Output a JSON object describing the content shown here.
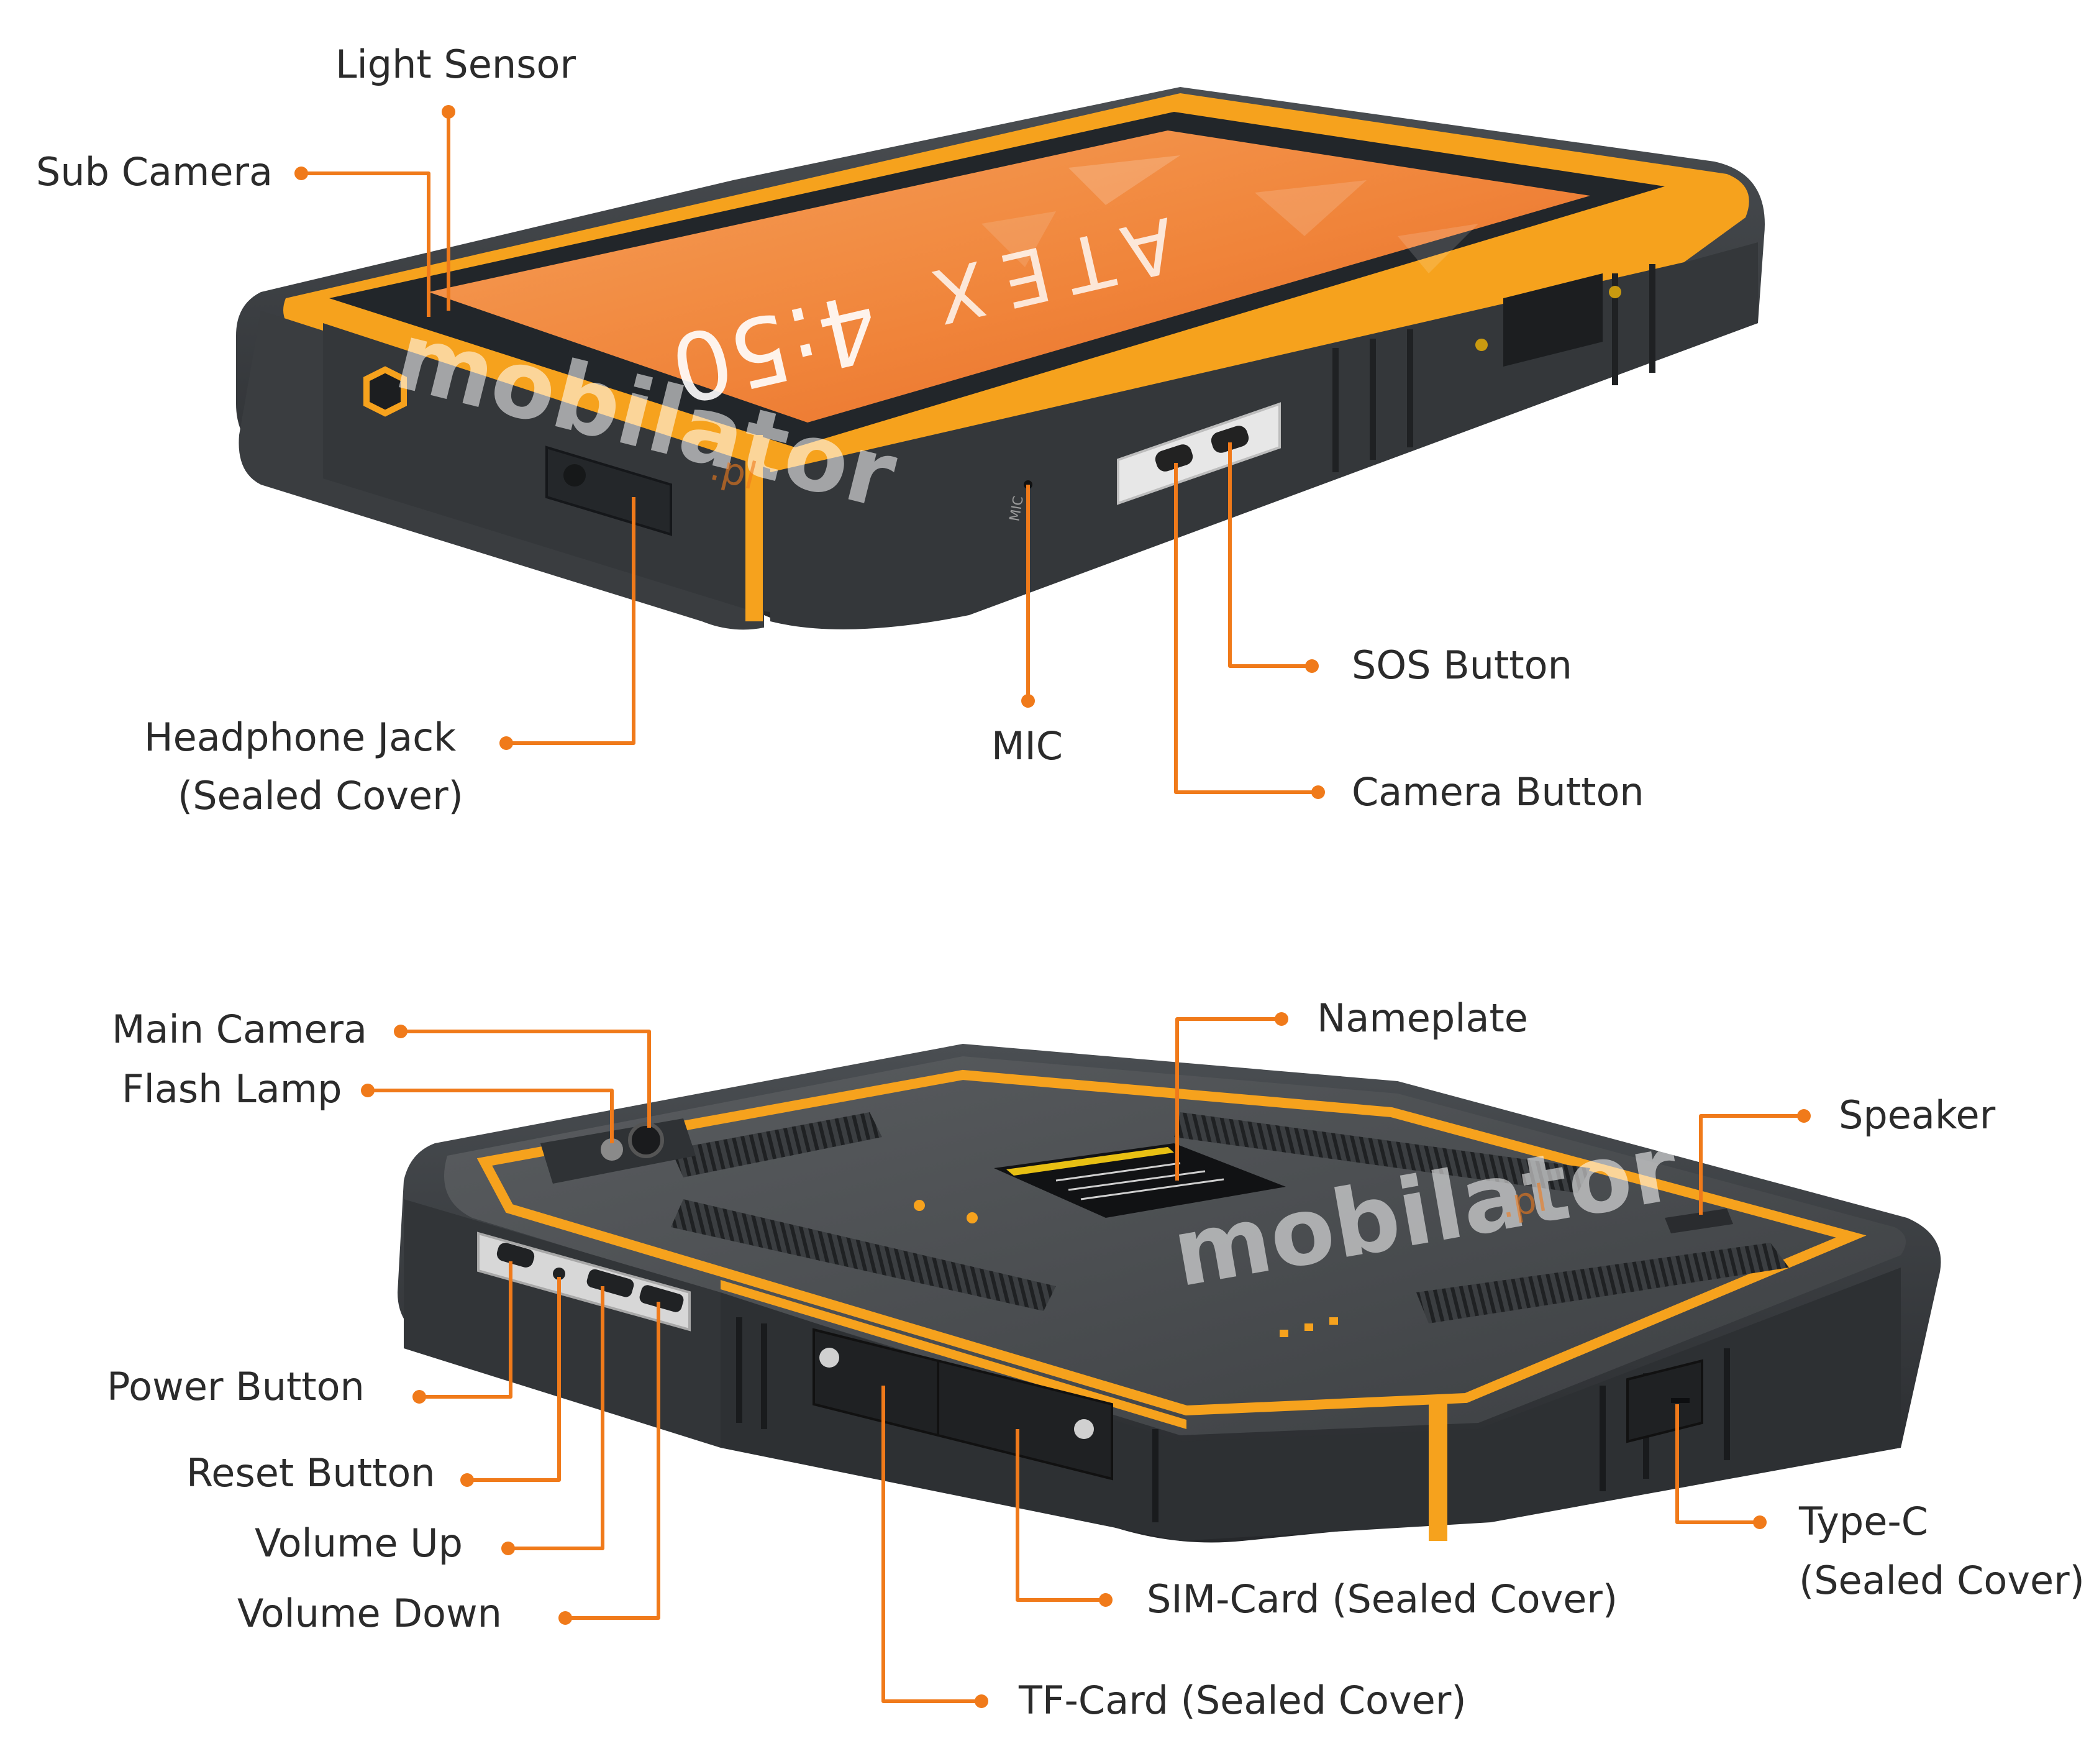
{
  "top_view": {
    "screen": {
      "time": "4:50",
      "brand": "ATEX"
    },
    "mic_label_on_body": "MIC",
    "watermark": {
      "main": "mobilator",
      "suffix": ".pl"
    },
    "callouts": {
      "light_sensor": "Light Sensor",
      "sub_camera": "Sub Camera",
      "headphone_jack_line1": "Headphone Jack",
      "headphone_jack_line2": "(Sealed Cover)",
      "mic": "MIC",
      "sos_button": "SOS Button",
      "camera_button": "Camera Button"
    }
  },
  "bottom_view": {
    "watermark": {
      "main": "mobilator",
      "suffix": ".pl"
    },
    "callouts": {
      "main_camera": "Main Camera",
      "flash_lamp": "Flash Lamp",
      "nameplate": "Nameplate",
      "speaker": "Speaker",
      "power_button": "Power Button",
      "reset_button": "Reset Button",
      "volume_up": "Volume Up",
      "volume_down": "Volume Down",
      "type_c_line1": "Type-C",
      "type_c_line2": "(Sealed Cover)",
      "sim_card": "SIM-Card (Sealed Cover)",
      "tf_card": "TF-Card (Sealed Cover)"
    }
  },
  "colors": {
    "accent_orange": "#f07a1a",
    "bumper_orange": "#f6a21d",
    "rubber_dark": "#3a3d40",
    "rubber_darker": "#2b2d30",
    "screen_orange": "#f08a3e",
    "label_text": "#2b2b2b"
  }
}
